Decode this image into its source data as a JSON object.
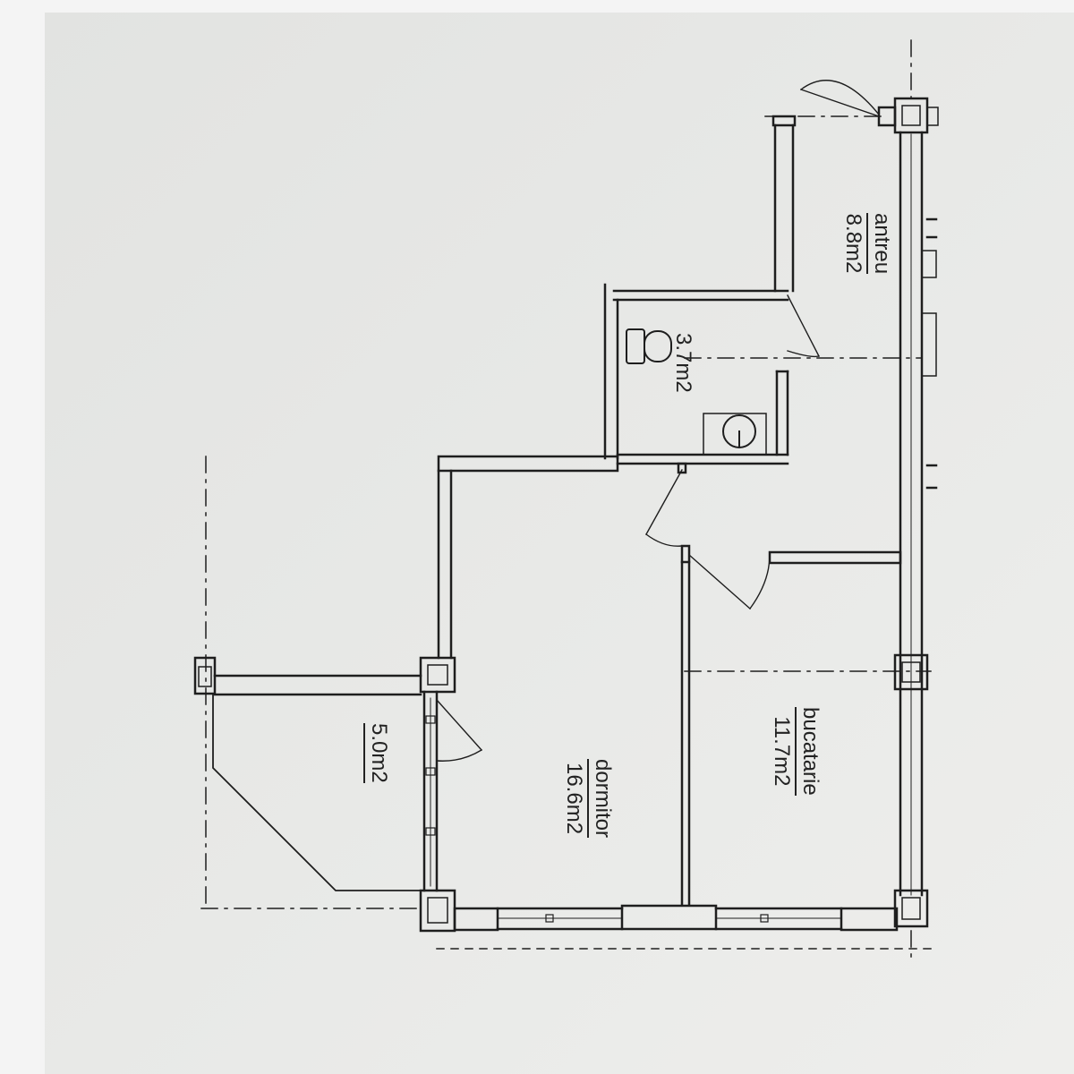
{
  "plan": {
    "rooms": [
      {
        "name": "antreu",
        "area": "8.8m2"
      },
      {
        "name": "",
        "area": "3.7m2"
      },
      {
        "name": "bucatarie",
        "area": "11.7m2"
      },
      {
        "name": "dormitor",
        "area": "16.6m2"
      },
      {
        "name": "",
        "area": "5.0m2"
      }
    ]
  },
  "colors": {
    "line": "#1e1e1e",
    "paper": "#e6e7e5",
    "background": "#f4f4f4"
  }
}
